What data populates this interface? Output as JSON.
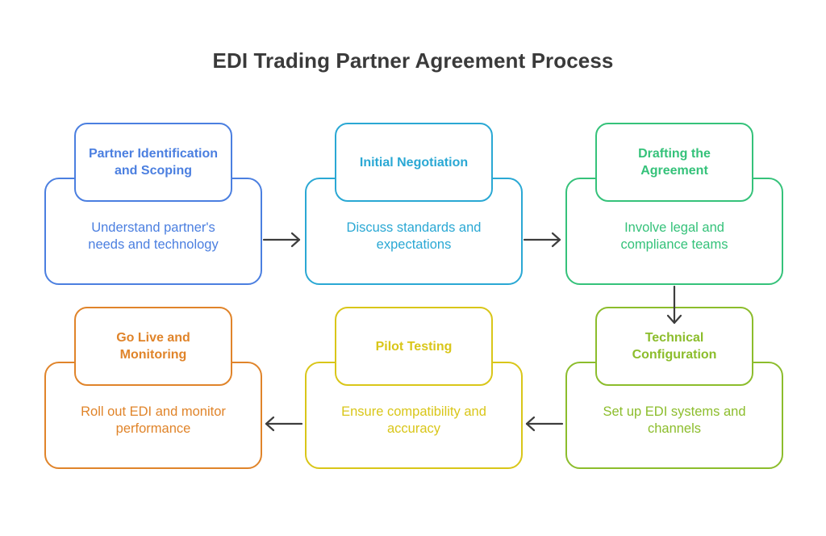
{
  "title": "EDI Trading Partner Agreement Process",
  "steps": [
    {
      "label": "Partner Identification and Scoping",
      "desc_lines": [
        "Understand partner's",
        "needs and technology"
      ],
      "color": "#4b7fe0"
    },
    {
      "label": "Initial Negotiation",
      "desc_lines": [
        "Discuss standards and",
        "expectations"
      ],
      "color": "#2aa8d4"
    },
    {
      "label": "Drafting the Agreement",
      "desc_lines": [
        "Involve legal and",
        "compliance teams"
      ],
      "color": "#35c27a"
    },
    {
      "label": "Technical Configuration",
      "desc_lines": [
        "Set up EDI systems and",
        "channels"
      ],
      "color": "#8cbd2c"
    },
    {
      "label": "Pilot Testing",
      "desc_lines": [
        "Ensure compatibility and",
        "accuracy"
      ],
      "color": "#d9c619"
    },
    {
      "label": "Go Live and Monitoring",
      "desc_lines": [
        "Roll out EDI and monitor",
        "performance"
      ],
      "color": "#e0842a"
    }
  ],
  "arrow_color": "#3d3d3d"
}
